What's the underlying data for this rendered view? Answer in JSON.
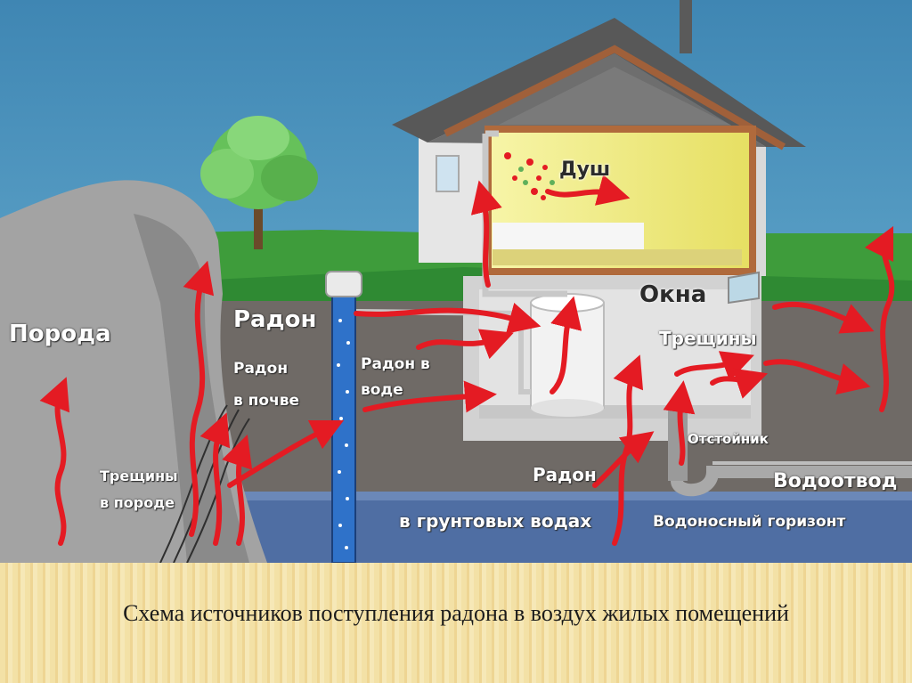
{
  "labels": {
    "rock": "Порода",
    "radon_top": "Радон",
    "radon_soil_1": "Радон",
    "radon_soil_2": "в почве",
    "radon_water_1": "Радон в",
    "radon_water_2": "воде",
    "rock_cracks_1": "Трещины",
    "rock_cracks_2": "в породе",
    "shower": "Душ",
    "windows": "Окна",
    "cracks": "Трещины",
    "sump": "Отстойник",
    "radon_ground_1": "Радон",
    "radon_ground_2": "в грунтовых водах",
    "drain": "Водоотвод",
    "aquifer": "Водоносный горизонт"
  },
  "caption": "Схема источников поступления радона в воздух жилых помещений",
  "colors": {
    "sky": "#4a8fb8",
    "grass": "#3d9a3a",
    "soil": "#6f6a66",
    "groundwater": "#4f6ea3",
    "rock": "#9c9c9c",
    "house_wall": "#e8e8e8",
    "roof": "#5b5b5b",
    "room": "#f3ef8a",
    "radon_arrow": "#e41b23",
    "well": "#2f72c9"
  }
}
